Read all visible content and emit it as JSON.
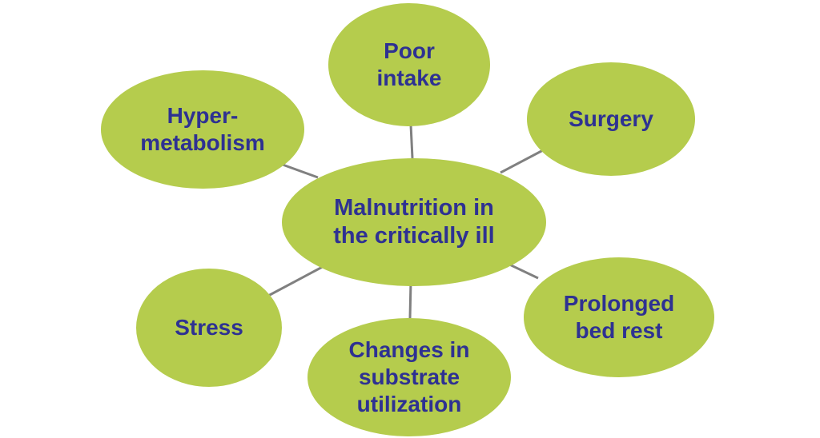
{
  "colors": {
    "node_fill": "#b5cc4d",
    "text": "#2e3192",
    "connector": "#808080"
  },
  "diagram": {
    "center": {
      "label": "Malnutrition in\nthe critically ill"
    },
    "nodes": [
      {
        "id": "poor-intake",
        "label": "Poor\nintake"
      },
      {
        "id": "hypermetabolism",
        "label": "Hyper-\nmetabolism"
      },
      {
        "id": "surgery",
        "label": "Surgery"
      },
      {
        "id": "stress",
        "label": "Stress"
      },
      {
        "id": "substrate",
        "label": "Changes in\nsubstrate\nutilization"
      },
      {
        "id": "bed-rest",
        "label": "Prolonged\nbed rest"
      }
    ]
  }
}
